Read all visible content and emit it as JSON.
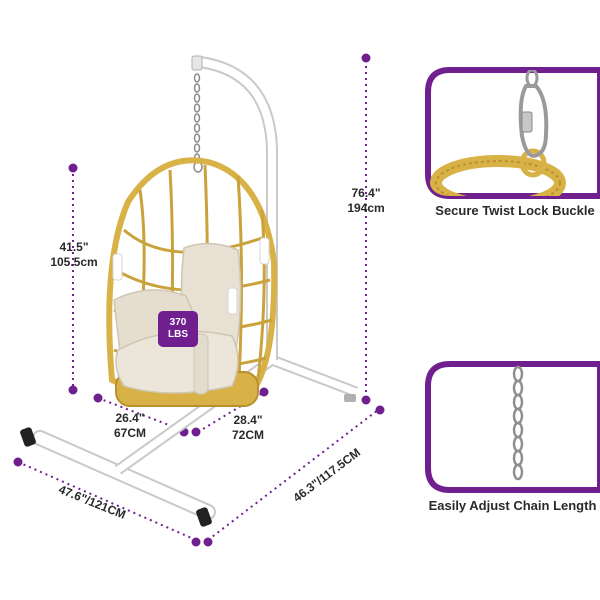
{
  "dimensions": {
    "seat_height": {
      "in": "41.5\"",
      "cm": "105.5cm"
    },
    "stand_height": {
      "in": "76.4\"",
      "cm": "194cm"
    },
    "chair_width": {
      "in": "26.4\"",
      "cm": "67CM"
    },
    "chair_depth": {
      "in": "28.4\"",
      "cm": "72CM"
    },
    "base_width": "47.6\"/121CM",
    "base_depth": "46.3\"/117.5CM"
  },
  "capacity": {
    "value": "370",
    "unit": "LBS"
  },
  "features": [
    {
      "caption": "Secure Twist Lock Buckle"
    },
    {
      "caption": "Easily Adjust Chain Length"
    }
  ],
  "colors": {
    "accent": "#6f1f8e",
    "rattan": "#d9b247",
    "cushion": "#e8e0d2",
    "stand": "#ffffff"
  }
}
